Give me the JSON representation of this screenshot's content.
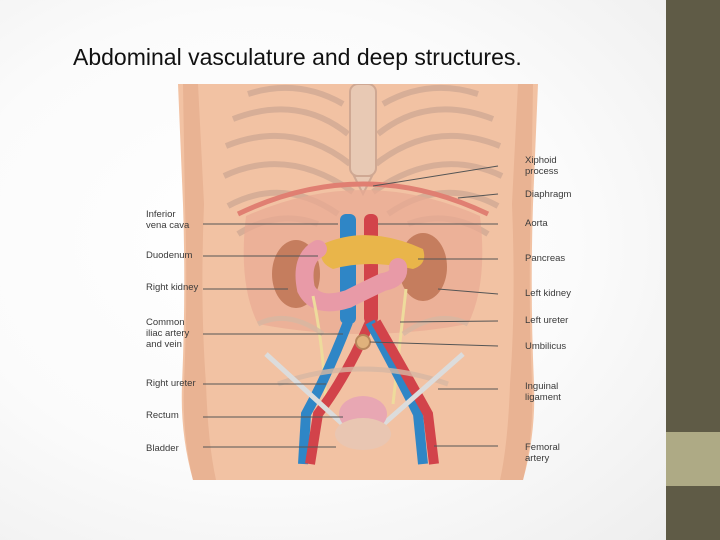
{
  "slide": {
    "title": "Abdominal vasculature and deep structures.",
    "colors": {
      "sidebar": "#5f5b46",
      "sidebar_accent": "#aeaa85",
      "skin": "#f2c2a3",
      "artery": "#d2434a",
      "vein": "#2f86c6",
      "pancreas": "#e9b54a",
      "duodenum": "#e89aa7",
      "kidney": "#c57d5e"
    }
  },
  "labels_left": [
    {
      "line1": "Inferior",
      "line2": "vena cava"
    },
    {
      "line1": "Duodenum",
      "line2": ""
    },
    {
      "line1": "Right kidney",
      "line2": ""
    },
    {
      "line1": "Common",
      "line2": "iliac artery",
      "line3": "and vein"
    },
    {
      "line1": "Right ureter",
      "line2": ""
    },
    {
      "line1": "Rectum",
      "line2": ""
    },
    {
      "line1": "Bladder",
      "line2": ""
    }
  ],
  "labels_right": [
    {
      "line1": "Xiphoid",
      "line2": "process"
    },
    {
      "line1": "Diaphragm",
      "line2": ""
    },
    {
      "line1": "Aorta",
      "line2": ""
    },
    {
      "line1": "Pancreas",
      "line2": ""
    },
    {
      "line1": "Left kidney",
      "line2": ""
    },
    {
      "line1": "Left ureter",
      "line2": ""
    },
    {
      "line1": "Umbilicus",
      "line2": ""
    },
    {
      "line1": "Inguinal",
      "line2": "ligament"
    },
    {
      "line1": "Femoral",
      "line2": "artery"
    }
  ]
}
